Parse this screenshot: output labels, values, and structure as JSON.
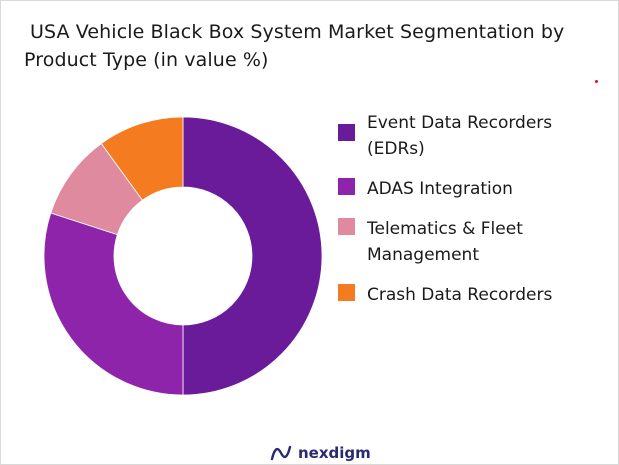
{
  "chart_data": {
    "type": "pie",
    "donut": true,
    "title": "USA Vehicle Black Box System Market Segmentation by Product Type (in value %)",
    "title_line1": "USA Vehicle Black Box System Market Segmentation by",
    "title_line2": "Product Type (in value %)",
    "categories": [
      "Event Data Recorders (EDRs)",
      "ADAS Integration",
      "Telematics & Fleet Management",
      "Crash Data Recorders"
    ],
    "legend_lines": [
      [
        "Event Data Recorders",
        "(EDRs)"
      ],
      [
        "ADAS Integration"
      ],
      [
        "Telematics & Fleet",
        "Management"
      ],
      [
        "Crash Data Recorders"
      ]
    ],
    "values": [
      50,
      30,
      10,
      10
    ],
    "colors": [
      "#6a1b9a",
      "#8e24aa",
      "#e08aa0",
      "#f47b20"
    ],
    "legend": "right"
  },
  "brand": {
    "name": "nexdigm",
    "color": "#2a2a72"
  }
}
